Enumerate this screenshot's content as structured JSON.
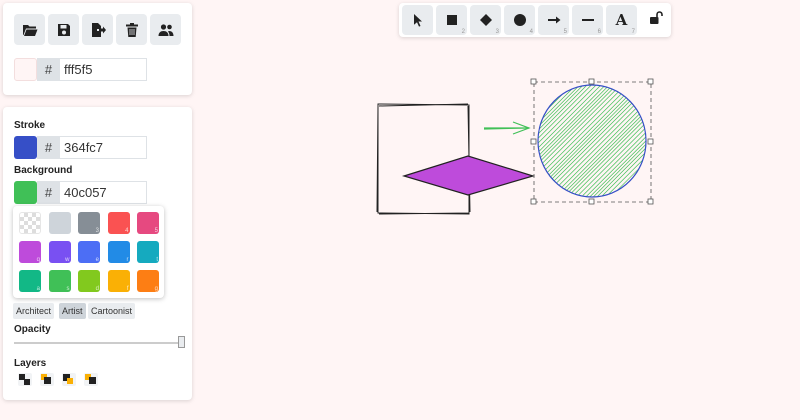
{
  "top_panel": {
    "buttons": [
      {
        "name": "open-button",
        "icon": "folder-open-icon"
      },
      {
        "name": "save-button",
        "icon": "floppy-disk-icon"
      },
      {
        "name": "export-button",
        "icon": "file-export-icon"
      },
      {
        "name": "clear-canvas-button",
        "icon": "trash-icon"
      },
      {
        "name": "collaboration-button",
        "icon": "users-icon"
      }
    ],
    "canvas_color": {
      "hash": "#",
      "value": "fff5f5",
      "swatch": "#fff5f5"
    }
  },
  "style_panel": {
    "stroke": {
      "label": "Stroke",
      "hash": "#",
      "value": "364fc7",
      "swatch": "#364fc7"
    },
    "background": {
      "label": "Background",
      "hash": "#",
      "value": "40c057",
      "swatch": "#40c057"
    },
    "picker": {
      "colors": [
        {
          "color": "transparent",
          "key": ""
        },
        {
          "color": "#ced4da",
          "key": ""
        },
        {
          "color": "#868e96",
          "key": "3"
        },
        {
          "color": "#fa5252",
          "key": "4"
        },
        {
          "color": "#e64980",
          "key": "5"
        },
        {
          "color": "#be4bdb",
          "key": "q"
        },
        {
          "color": "#7950f2",
          "key": "w"
        },
        {
          "color": "#4c6ef5",
          "key": "e"
        },
        {
          "color": "#228be6",
          "key": "r"
        },
        {
          "color": "#15aabf",
          "key": "t"
        },
        {
          "color": "#12b886",
          "key": "a"
        },
        {
          "color": "#40c057",
          "key": "s"
        },
        {
          "color": "#82c91e",
          "key": "d"
        },
        {
          "color": "#fab005",
          "key": "f"
        },
        {
          "color": "#fd7e14",
          "key": "g"
        }
      ]
    },
    "sloppiness": {
      "options": [
        "Architect",
        "Artist",
        "Cartoonist"
      ],
      "selected": "Artist"
    },
    "opacity": {
      "label": "Opacity",
      "value": 100
    },
    "layers": {
      "label": "Layers"
    }
  },
  "toolbar": {
    "tools": [
      {
        "name": "selection",
        "icon": "pointer-icon",
        "key": "",
        "active": true
      },
      {
        "name": "rectangle",
        "icon": "square-icon",
        "key": "2",
        "active": false
      },
      {
        "name": "diamond",
        "icon": "diamond-icon",
        "key": "3",
        "active": false
      },
      {
        "name": "ellipse",
        "icon": "circle-icon",
        "key": "4",
        "active": false
      },
      {
        "name": "arrow",
        "icon": "arrow-icon",
        "key": "5",
        "active": false
      },
      {
        "name": "line",
        "icon": "line-icon",
        "key": "6",
        "active": false
      },
      {
        "name": "text",
        "icon": "text-icon",
        "key": "7",
        "active": false,
        "glyph": "A"
      }
    ],
    "lock_icon": "unlock-icon"
  },
  "colors": {
    "canvas_bg": "#fff5f5",
    "diamond_fill": "#be4bdb",
    "arrow_stroke": "#40c057",
    "ellipse_stroke": "#364fc7",
    "ellipse_hachure": "#40c057"
  }
}
